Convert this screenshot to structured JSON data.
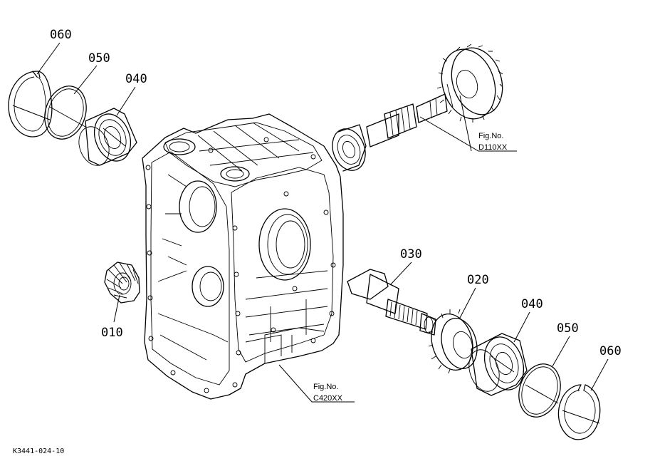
{
  "callouts": {
    "snap_ring_upper": "060",
    "shim_upper": "050",
    "bearing_upper": "040",
    "shaft": "030",
    "gear_lower": "020",
    "bearing_lower": "040",
    "shim_lower": "050",
    "snap_ring_lower": "060",
    "bevel_gear": "010"
  },
  "references": {
    "upper": {
      "line1": "Fig.No.",
      "line2": "D110XX"
    },
    "lower": {
      "line1": "Fig.No.",
      "line2": "C420XX"
    }
  },
  "drawing_code": "K3441-024-10"
}
